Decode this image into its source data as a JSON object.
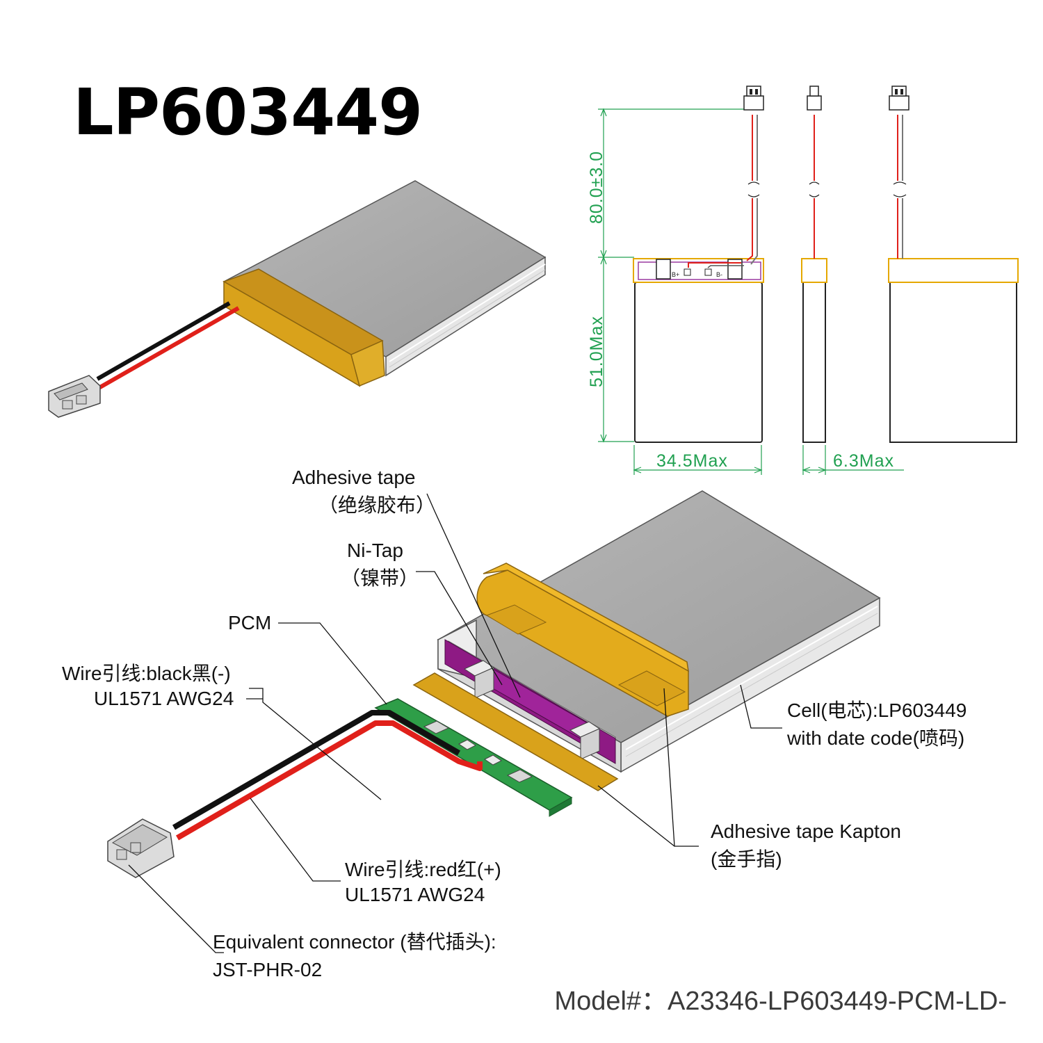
{
  "title": "LP603449",
  "drawing": {
    "height_dim": "80.0±3.0",
    "cell_height_dim": "51.0Max",
    "width_dim": "34.5Max",
    "thickness_dim": "6.3Max",
    "pcm_marks": [
      "B+",
      "B-"
    ]
  },
  "labels": {
    "adhesive_tape": {
      "line1": "Adhesive tape",
      "line2": "（绝缘胶布）"
    },
    "ni_tap": {
      "line1": "Ni-Tap",
      "line2": "（镍带）"
    },
    "pcm": "PCM",
    "wire_black": {
      "line1": "Wire引线:black黑(-)",
      "line2": "UL1571 AWG24"
    },
    "wire_red": {
      "line1": "Wire引线:red红(+)",
      "line2": "UL1571 AWG24"
    },
    "connector": {
      "line1": "Equivalent connector (替代插头):",
      "line2": "JST-PHR-02"
    },
    "cell": {
      "line1": "Cell(电芯):LP603449",
      "line2": "with date code(喷码)"
    },
    "kapton": {
      "line1": "Adhesive tape Kapton",
      "line2": "(金手指)"
    }
  },
  "model": "Model#：A23346-LP603449-PCM-LD-",
  "colors": {
    "dimension": "#20a050",
    "wire_red": "#e0201a",
    "wire_black": "#111111",
    "kapton": "#d9a21b",
    "cell": "#a4a4a4",
    "pcm_board": "#2e9e48",
    "nickel_strip": "#8e1a84"
  }
}
